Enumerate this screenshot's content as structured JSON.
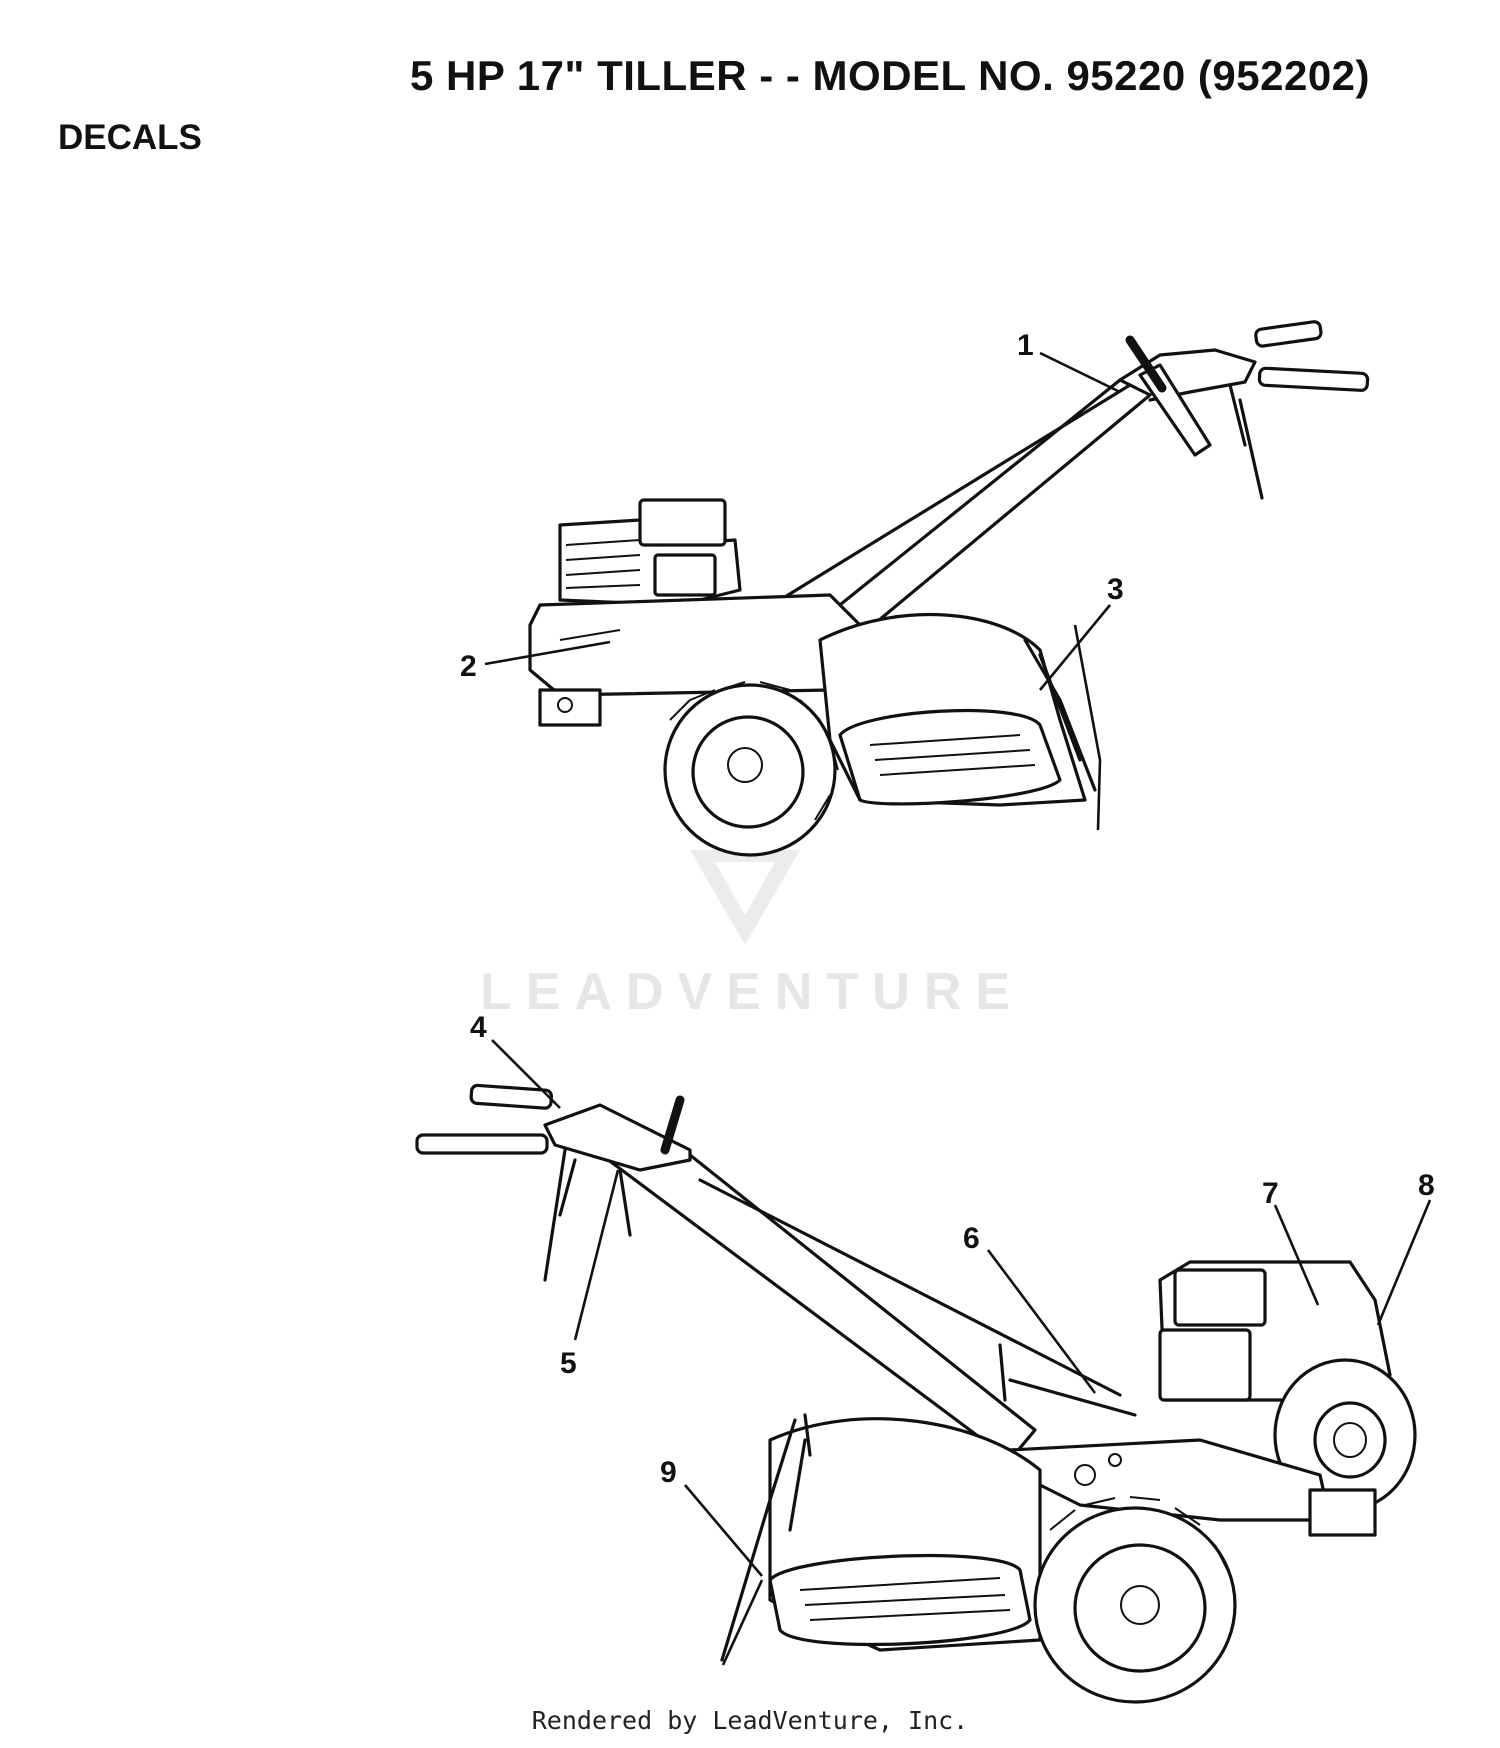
{
  "header": {
    "title": "5 HP 17\" TILLER - - MODEL NO. 95220 (952202)",
    "section": "DECALS"
  },
  "callouts": [
    {
      "id": "c1",
      "label": "1"
    },
    {
      "id": "c2",
      "label": "2"
    },
    {
      "id": "c3",
      "label": "3"
    },
    {
      "id": "c4",
      "label": "4"
    },
    {
      "id": "c5",
      "label": "5"
    },
    {
      "id": "c6",
      "label": "6"
    },
    {
      "id": "c7",
      "label": "7"
    },
    {
      "id": "c8",
      "label": "8"
    },
    {
      "id": "c9",
      "label": "9"
    }
  ],
  "watermark": "LEADVENTURE",
  "footer": "Rendered by LeadVenture, Inc.",
  "colors": {
    "ink": "#111111",
    "watermark": "#e6e6e6",
    "background": "#ffffff"
  }
}
